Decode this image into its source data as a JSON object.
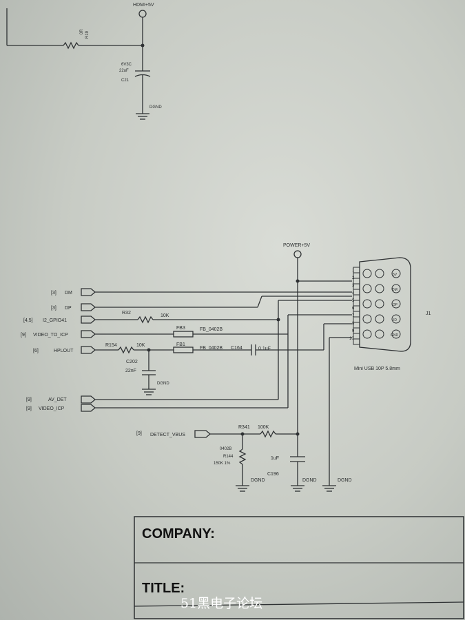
{
  "net_labels": {
    "hdmi_5v": "HDMI+5V",
    "power_5v": "POWER+5V",
    "dgnd": "DGND"
  },
  "top_section": {
    "resistor_ref": "R19",
    "resistor_val": "0R",
    "cap_voltage": "6V3C",
    "cap_val": "22uF",
    "cap_ref": "C21"
  },
  "ports": {
    "dm": {
      "sheet": "[3]",
      "name": "DM"
    },
    "dp": {
      "sheet": "[3]",
      "name": "DP"
    },
    "i2c": {
      "sheet": "[4,5]",
      "name": "I2_GPIO41"
    },
    "video_in": {
      "sheet": "[9]",
      "name": "VIDEO_TO_ICP"
    },
    "hplout": {
      "sheet": "[6]",
      "name": "HPLOUT"
    },
    "av_det": {
      "sheet": "[9]",
      "name": "AV_DET"
    },
    "video_icp": {
      "sheet": "[9]",
      "name": "VIDEO_ICP"
    },
    "detect_vbus": {
      "sheet": "[9]",
      "name": "DETECT_VBUS"
    }
  },
  "components": {
    "r32": {
      "ref": "R32",
      "val": "10K"
    },
    "fb3": {
      "ref": "FB3",
      "val": "FB_0402B"
    },
    "r154": {
      "ref": "R154",
      "val": "10K"
    },
    "fb1": {
      "ref": "FB1",
      "val": "FB_0402B"
    },
    "c164": {
      "ref": "C164",
      "val": "0.1uF"
    },
    "c202": {
      "ref": "C202",
      "val": "22nF"
    },
    "r341": {
      "ref": "R341",
      "val": "100K"
    },
    "r144": {
      "ref": "R144",
      "val": "150K 1%",
      "pkg": "0402B"
    },
    "c196": {
      "ref": "C196",
      "val": "1uF"
    }
  },
  "connector": {
    "ref": "J1",
    "desc": "Mini USB 10P 5.8mm",
    "pins": [
      "1",
      "2",
      "3",
      "4",
      "5",
      "6",
      "7",
      "8",
      "9",
      "10"
    ],
    "tags": [
      "5V",
      "DM",
      "DP",
      "ID",
      "GND"
    ]
  },
  "title_block": {
    "company_label": "COMPANY:",
    "title_label": "TITLE:"
  },
  "watermark": "51黑电子论坛",
  "colors": {
    "paper": "#d4d7d1",
    "ink": "#2e3133"
  }
}
